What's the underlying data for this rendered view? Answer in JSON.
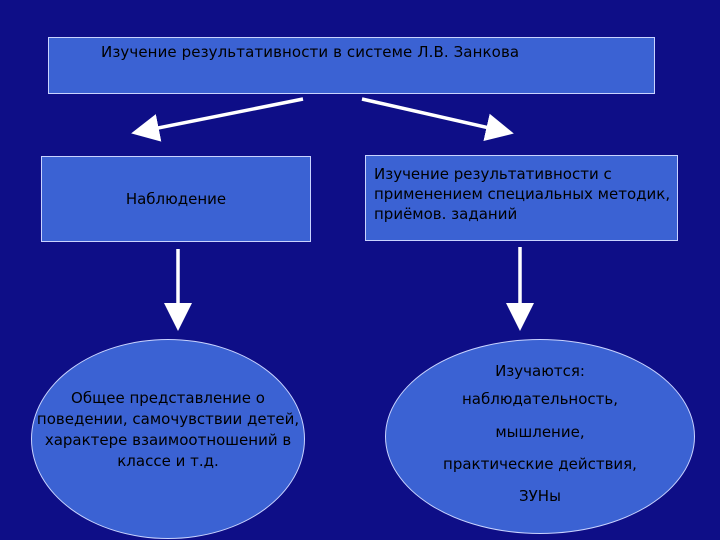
{
  "diagram": {
    "title": "Изучение результативности в системе Л.В. Занкова",
    "left_branch": {
      "label": "Наблюдение",
      "result": "Общее представление о поведении, самочувствии детей, характере взаимоотношений в классе и т.д."
    },
    "right_branch": {
      "label": "Изучение результативности с применением специальных методик, приёмов. заданий",
      "result_heading": "Изучаются:",
      "result_items": [
        "наблюдательность,",
        "мышление,",
        "практические действия,",
        "ЗУНы"
      ]
    }
  },
  "colors": {
    "background": "#0e0e87",
    "box_fill": "#3b62d3",
    "box_border": "#c9d3ff",
    "arrow": "#ffffff"
  }
}
